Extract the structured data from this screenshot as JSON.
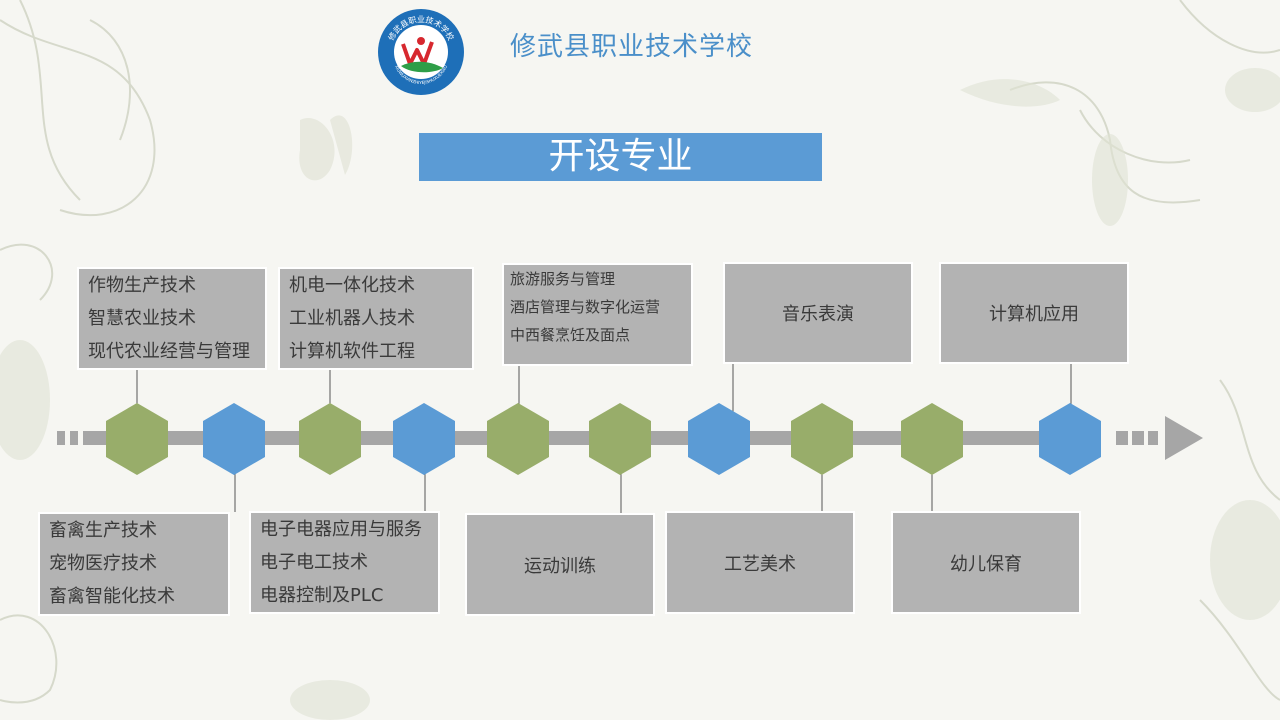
{
  "header": {
    "school_name": "修武县职业技术学校",
    "title": "开设专业"
  },
  "logo": {
    "arc_text": "修武县职业技术学校",
    "bottom_text": "XIUWUXIANZHIYEJISHUXUEXIAO",
    "colors": [
      "#1e6fb8",
      "#d7282f",
      "#2e9e48"
    ]
  },
  "colors": {
    "green_node": "#98ad6a",
    "blue_node": "#5b9bd5",
    "axis": "#a6a6a6",
    "box_fill": "#b3b3b3",
    "title_bar": "#5b9bd5"
  },
  "nodes": [
    {
      "color": "green"
    },
    {
      "color": "blue"
    },
    {
      "color": "green"
    },
    {
      "color": "blue"
    },
    {
      "color": "green"
    },
    {
      "color": "green"
    },
    {
      "color": "blue"
    },
    {
      "color": "green"
    },
    {
      "color": "green"
    },
    {
      "color": "blue"
    }
  ],
  "top_boxes": [
    {
      "lines": [
        "作物生产技术",
        "智慧农业技术",
        "现代农业经营与管理"
      ]
    },
    {
      "lines": [
        "机电一体化技术",
        "工业机器人技术",
        "计算机软件工程"
      ]
    },
    {
      "lines": [
        "旅游服务与管理",
        "酒店管理与数字化运营",
        "中西餐烹饪及面点"
      ]
    },
    {
      "lines": [
        "音乐表演"
      ]
    },
    {
      "lines": [
        "计算机应用"
      ]
    }
  ],
  "bottom_boxes": [
    {
      "lines": [
        "畜禽生产技术",
        "宠物医疗技术",
        "畜禽智能化技术"
      ]
    },
    {
      "lines": [
        "电子电器应用与服务",
        "电子电工技术",
        "电器控制及PLC"
      ]
    },
    {
      "lines": [
        "运动训练"
      ]
    },
    {
      "lines": [
        "工艺美术"
      ]
    },
    {
      "lines": [
        "幼儿保育"
      ]
    }
  ]
}
